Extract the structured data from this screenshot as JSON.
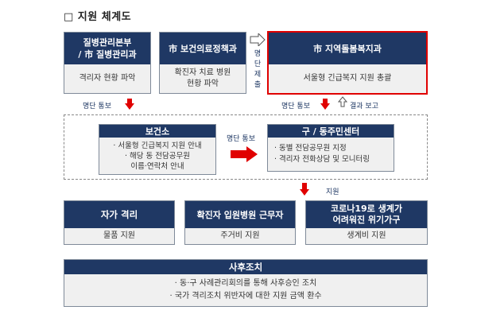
{
  "title": "□ 지원 체계도",
  "top": {
    "box1": {
      "header": [
        "질병관리본부",
        "/ 市 질병관리과"
      ],
      "body": [
        "격리자 현황 파악"
      ]
    },
    "box2": {
      "header": [
        "市 보건의료정책과"
      ],
      "body": [
        "확진자 치료 병원",
        "현황 파악"
      ]
    },
    "box3": {
      "header": [
        "市 지역돌봄복지과"
      ],
      "body": [
        "서울형 긴급복지 지원 총괄"
      ]
    },
    "vertical_label": [
      "명",
      "단",
      "제",
      "출"
    ]
  },
  "labels": {
    "left_notify": "명단 통보",
    "mid_notify": "명단 통보",
    "result_report": "결과 보고",
    "center_notify": "명단 통보",
    "support": "지원"
  },
  "middle": {
    "health_center": {
      "header": "보건소",
      "body": [
        "· 서울형 긴급복지 지원 안내",
        "· 해당 동 전담공무원",
        "이름·연락처 안내"
      ]
    },
    "community_center": {
      "header": "구 / 동주민센터",
      "body": [
        "· 동별 전담공무원 지정",
        "· 격리자 전화상담 및 모니터링"
      ]
    }
  },
  "bottom": {
    "b1": {
      "header": "자가 격리",
      "body": "물품 지원"
    },
    "b2": {
      "header": "확진자 입원병원 근무자",
      "body": "주거비 지원"
    },
    "b3": {
      "header": [
        "코로나19로 생계가",
        "어려워진 위기가구"
      ],
      "body": "생계비 지원"
    }
  },
  "follow_up": {
    "header": "사후조치",
    "body": [
      "· 동·구 사례관리회의를 통해 사후승인 조치",
      "· 국가 격리조치 위반자에 대한 지원 금액 환수"
    ]
  },
  "colors": {
    "header": "#1f3864",
    "body": "#f0f0f0",
    "arrow": "#e00000",
    "highlight": "#e00000"
  }
}
